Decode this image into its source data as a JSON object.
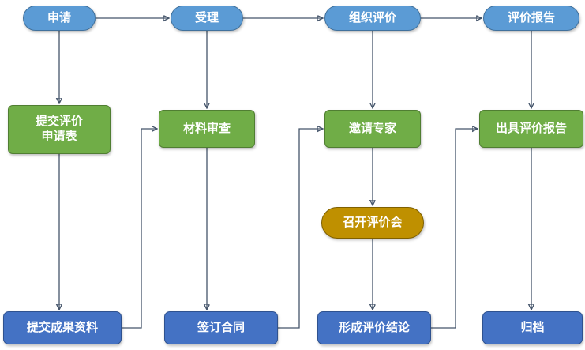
{
  "colors": {
    "stage_pill_fill": "#5B9BD5",
    "stage_pill_border": "#41719C",
    "step_green_fill": "#70AD47",
    "step_green_border": "#507E32",
    "meeting_gold_fill": "#BF9000",
    "meeting_gold_border": "#7F6000",
    "output_blue_fill": "#4472C4",
    "output_blue_border": "#2F528F",
    "connector": "#44546A",
    "text": "#FFFFFF"
  },
  "flow": {
    "stages": [
      {
        "label": "申请"
      },
      {
        "label": "受理"
      },
      {
        "label": "组织评价"
      },
      {
        "label": "评价报告"
      }
    ],
    "steps": [
      {
        "label": "提交评价\n申请表"
      },
      {
        "label": "材料审查"
      },
      {
        "label": "邀请专家"
      },
      {
        "label": "出具评价报告"
      }
    ],
    "meeting": {
      "label": "召开评价会"
    },
    "outputs": [
      {
        "label": "提交成果资料"
      },
      {
        "label": "签订合同"
      },
      {
        "label": "形成评价结论"
      },
      {
        "label": "归档"
      }
    ]
  }
}
